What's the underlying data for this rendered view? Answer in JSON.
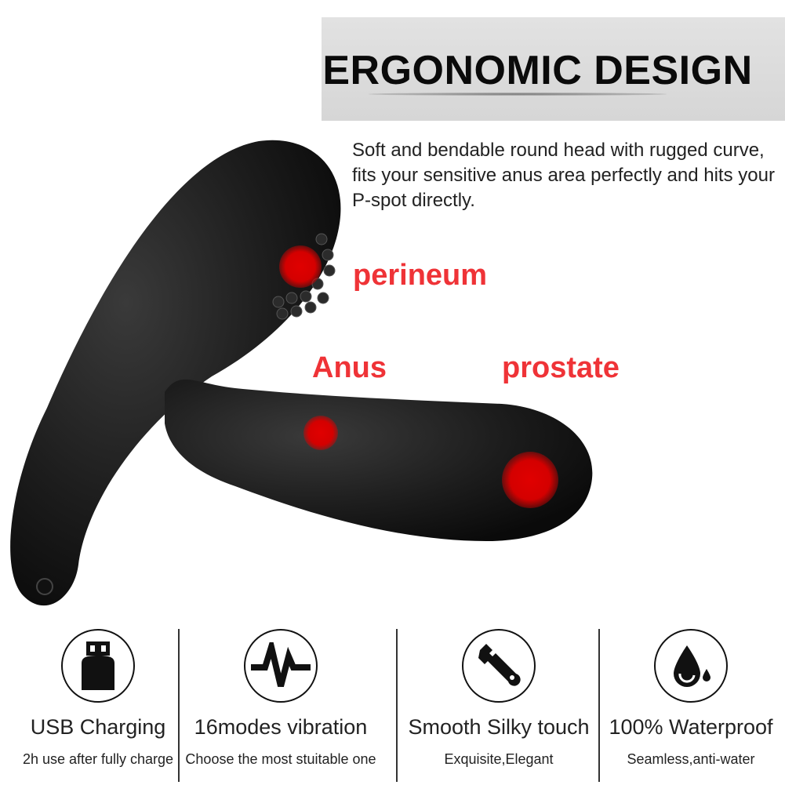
{
  "banner": {
    "title": "ERGONOMIC DESIGN"
  },
  "description": "Soft and bendable round head with rugged curve, fits your sensitive anus area perfectly and hits your P-spot directly.",
  "labels": {
    "perineum": "perineum",
    "anus": "Anus",
    "prostate": "prostate"
  },
  "colors": {
    "label_red": "#ef3337",
    "product_black": "#1a1a1a",
    "banner_gray": "#dcdcdc"
  },
  "features": [
    {
      "icon": "usb-icon",
      "title": "USB Charging",
      "subtitle": "2h use after fully charge"
    },
    {
      "icon": "vibration-wave-icon",
      "title": "16modes vibration",
      "subtitle": "Choose the most stuitable one"
    },
    {
      "icon": "wrench-icon",
      "title": "Smooth Silky touch",
      "subtitle": "Exquisite,Elegant"
    },
    {
      "icon": "water-drop-icon",
      "title": "100% Waterproof",
      "subtitle": "Seamless,anti-water"
    }
  ]
}
